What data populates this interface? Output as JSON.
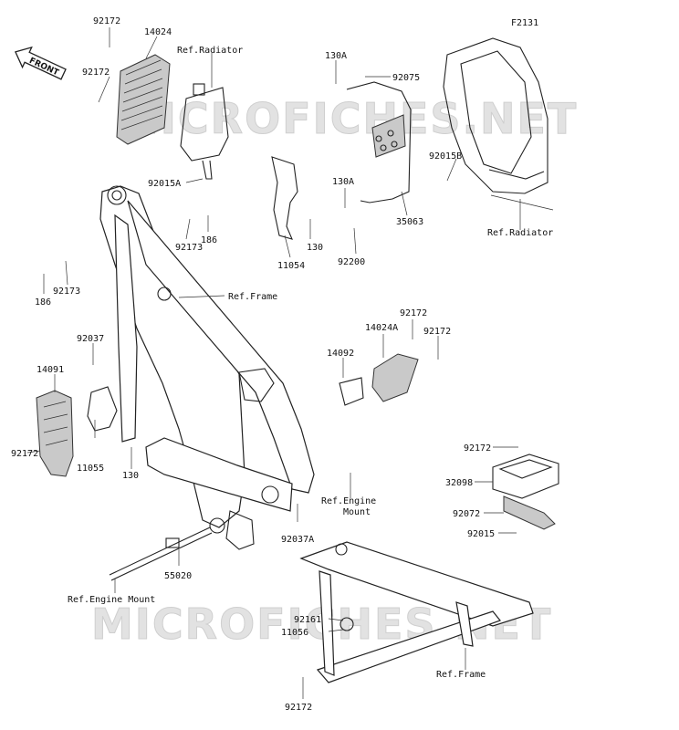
{
  "figure_code": "F2131",
  "watermark": "MICROFICHES.NET",
  "front_label": "FRONT",
  "labels": {
    "p92172_a": "92172",
    "p14024": "14024",
    "p92172_b": "92172",
    "ref_radiator_top": "Ref.Radiator",
    "p92015A": "92015A",
    "p130A_a": "130A",
    "p92075": "92075",
    "p92015B": "92015B",
    "p130A_b": "130A",
    "p35063": "35063",
    "p92200": "92200",
    "p130_a": "130",
    "p11054": "11054",
    "ref_radiator_right": "Ref.Radiator",
    "p92173_a": "92173",
    "p186_a": "186",
    "p92173_b": "92173",
    "p186_b": "186",
    "ref_frame_mid": "Ref.Frame",
    "p92037": "92037",
    "p14091": "14091",
    "p92172_c": "92172",
    "p11055": "11055",
    "p130_b": "130",
    "p14024A": "14024A",
    "p92172_d": "92172",
    "p92172_e": "92172",
    "p14092": "14092",
    "ref_engine_mount_r": "Ref.Engine",
    "ref_engine_mount_r2": "Mount",
    "p92037A": "92037A",
    "p92172_f": "92172",
    "p32098": "32098",
    "p92072": "92072",
    "p92015": "92015",
    "p55020": "55020",
    "ref_engine_mount_l": "Ref.Engine Mount",
    "p92161": "92161",
    "p11056": "11056",
    "ref_frame_bottom": "Ref.Frame",
    "p92172_g": "92172"
  }
}
